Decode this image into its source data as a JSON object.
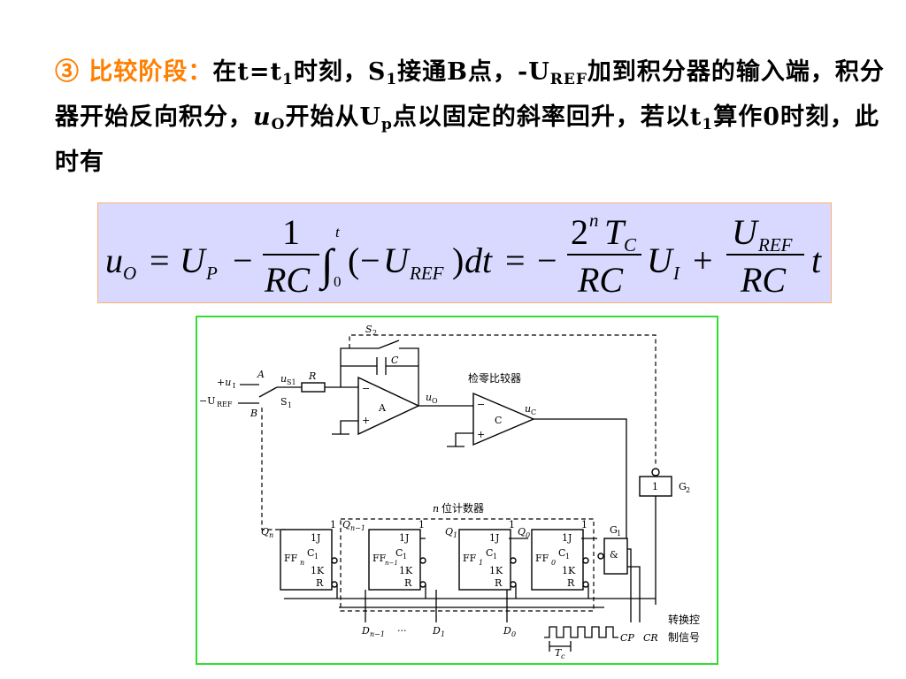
{
  "text": {
    "marker": "③",
    "heading": "比较阶段：",
    "r1_a": "在t=t",
    "r1_sub_t1": "1",
    "r1_b": "时刻，S",
    "r1_sub_s1": "1",
    "r1_c": "接通B点，-U",
    "r1_sub_ref": "REF",
    "r1_d": "加到积分器的输入端，积分器开始反向积分，",
    "uo_u": "u",
    "uo_sub": "O",
    "r2_b": "开始从U",
    "r2_sub_p": "p",
    "r2_c": "点以固定的斜率回升，若以t",
    "r3_sub_t1": "1",
    "r3_b": "算作0时刻，此时有"
  },
  "formula": {
    "lhs": "u",
    "lhs_sub": "O",
    "eq1": "=",
    "up": "U",
    "up_sub": "P",
    "minus1": "−",
    "frac1_num": "1",
    "frac1_den": "RC",
    "int_sign": "∫",
    "int_upper": "t",
    "int_lower": "0",
    "paren_open": "(",
    "neg": "−",
    "u_ref": "U",
    "u_ref_sub": "REF",
    "paren_close": ")",
    "dt": "dt",
    "eq2": "=",
    "minus2": "−",
    "frac2_num_2": "2",
    "frac2_num_n": "n",
    "frac2_num_T": "T",
    "frac2_num_C": "C",
    "frac2_den": "RC",
    "ui": "U",
    "ui_sub": "I",
    "plus": "+",
    "frac3_num": "U",
    "frac3_num_sub": "REF",
    "frac3_den": "RC",
    "tail_t": "t"
  },
  "circuit": {
    "s2": "S",
    "s2_sub": "2",
    "cap": "C",
    "input_pos": "+u",
    "input_pos_sub": "I",
    "input_neg": "−U",
    "input_neg_sub": "REF",
    "node_a": "A",
    "node_b": "B",
    "us1": "u",
    "us1_sub": "S1",
    "res": "R",
    "s1": "S",
    "s1_sub": "1",
    "opamp_a_minus": "−",
    "opamp_a_plus": "+",
    "opamp_a": "A",
    "uo": "u",
    "uo_sub": "O",
    "comparator_title": "检零比较器",
    "opamp_c_minus": "−",
    "opamp_c_plus": "+",
    "opamp_c": "C",
    "uc": "u",
    "uc_sub": "C",
    "g2_box": "1",
    "g2": "G",
    "g2_sub": "2",
    "counter_n": "n",
    "counter_title": "位计数器",
    "ff_q_labels": [
      "Q",
      "Q",
      "Q",
      "Q"
    ],
    "ff_q_subs": [
      "n",
      "n−1",
      "1",
      "0"
    ],
    "ff_one": "1",
    "ff_1j": "1J",
    "ff_c1": "C",
    "ff_c1_sub": "1",
    "ff_1k": "1K",
    "ff_r": "R",
    "ff_names": [
      "FF",
      "FF",
      "FF",
      "FF"
    ],
    "ff_name_subs": [
      "n",
      "n−1",
      "1",
      "0"
    ],
    "g1": "G",
    "g1_sub": "1",
    "g1_and": "&",
    "d_n1": "D",
    "d_n1_sub": "n−1",
    "dots": "···",
    "d1": "D",
    "d1_sub": "1",
    "d0": "D",
    "d0_sub": "0",
    "tc": "T",
    "tc_sub": "c",
    "cp": "CP",
    "cr": "CR",
    "ctrl_line1": "转换控",
    "ctrl_line2": "制信号"
  },
  "colors": {
    "heading": "#ff7f00",
    "formula_bg": "#d9d9ff",
    "formula_border": "#ffb070",
    "figure_border": "#33dd33"
  }
}
